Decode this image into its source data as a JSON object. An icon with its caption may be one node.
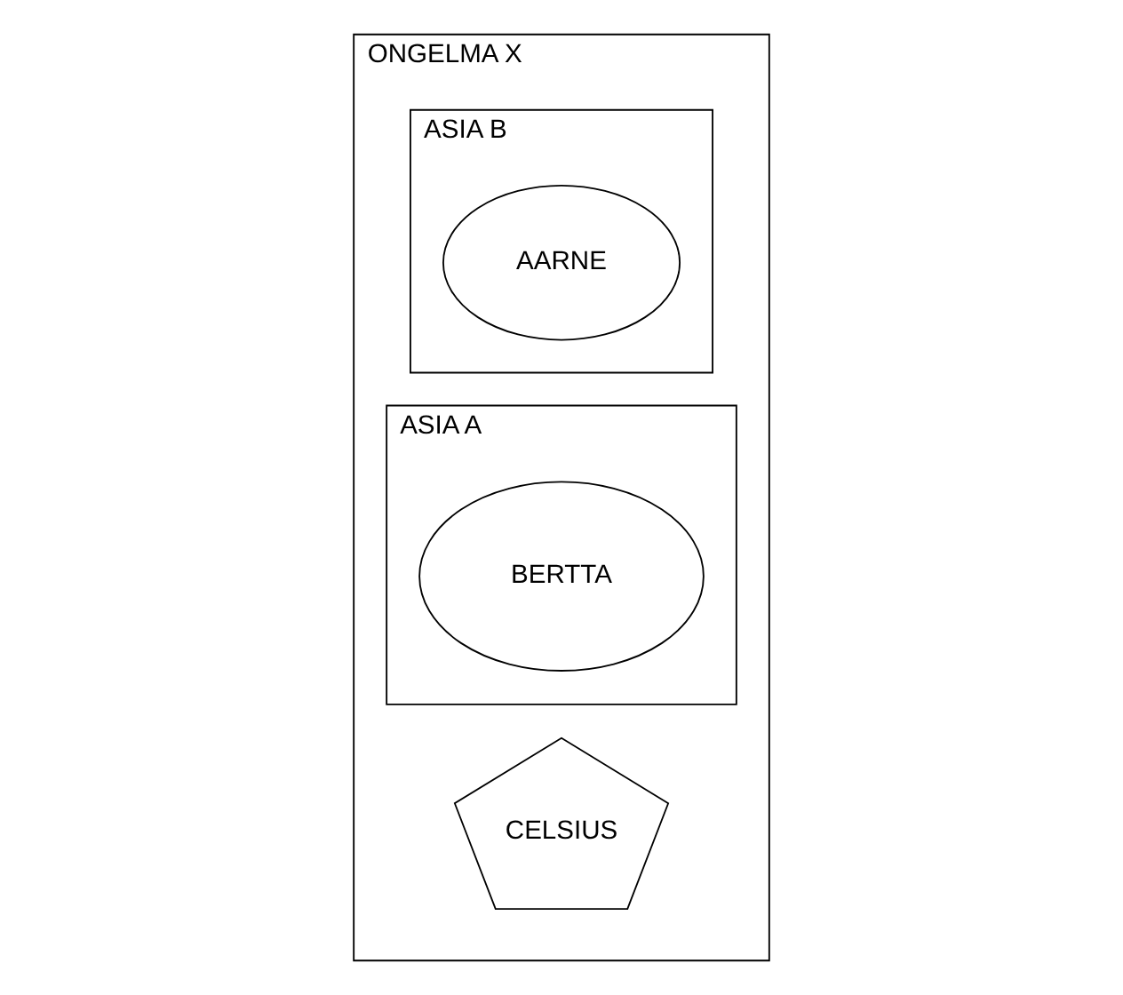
{
  "diagram": {
    "nodes": [
      {
        "text": [
          "ONGELMA X"
        ]
      },
      {
        "text": [
          "ASIA B"
        ],
        "in": 0
      },
      {
        "text": [
          "AARNE"
        ],
        "in": 1
      },
      {
        "text": [
          "CELSIUS"
        ],
        "in": 0
      },
      {
        "text": [
          "ASIA A"
        ],
        "in": 0
      },
      {
        "text": [
          "BERTTA"
        ],
        "in": 4
      }
    ]
  }
}
